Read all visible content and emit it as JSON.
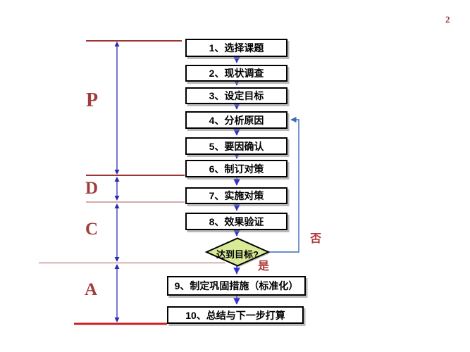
{
  "page": {
    "number": "2"
  },
  "stages": [
    {
      "label": "P"
    },
    {
      "label": "D"
    },
    {
      "label": "C"
    },
    {
      "label": "A"
    }
  ],
  "flow": {
    "steps": [
      "1、选择课题",
      "2、现状调查",
      "3、设定目标",
      "4、分析原因",
      "5、要因确认",
      "6、制订对策",
      "7、实施对策",
      "8、效果验证",
      "9、制定巩固措施（标准化）",
      "10、总结与下一步打算"
    ],
    "decision": {
      "label": "达到目标?",
      "no": "否",
      "yes": "是"
    }
  },
  "colors": {
    "box_border": "#000000",
    "connector_blue": "#3333cc",
    "vertical_arrow_blue": "#4a4ab8",
    "feedback_blue": "#3a6ab8",
    "stage_line_red": "#a03434",
    "thin_line_red": "#a85555",
    "bottom_line_red": "#cc2222",
    "label_red": "#a13c3c",
    "decision_fill": "#d9ea96"
  }
}
